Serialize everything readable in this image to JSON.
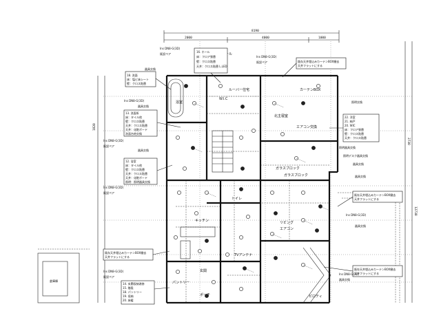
{
  "dimensions": {
    "top_total": "8190",
    "top_left": "2000",
    "top_mid": "4000",
    "top_right": "1000",
    "right_a": "2730",
    "right_b": "12730",
    "left_a": "1820"
  },
  "rooms": {
    "hall": "ホール",
    "wic": "W.I.C",
    "living_room_top": "ルーバー住宅",
    "curtain_box_top": "カーテンBOX",
    "north_bedroom": "北主寝室",
    "aircon": "エアコン交換",
    "living": "リビング",
    "dining_air": "エアコン",
    "toilet": "トイレ",
    "bath": "浴室",
    "kitchen": "キッチン",
    "porch": "ポーチ",
    "entrance": "玄関",
    "pantry": "パントリー",
    "tv": "TVアンテナ",
    "glass_block": "ガラスブロック",
    "glass_block2": "ガラスブロック",
    "balcony": "ピロティ",
    "storage": "倉庫棟"
  },
  "callouts": {
    "c1": {
      "title": "16. ホール",
      "lines": [
        "床：フロア張替",
        "壁：クロス貼替",
        "天井：クロス貼替 L.LED"
      ]
    },
    "c2": {
      "title": "既存天井埋込みカーテンBOX撤去",
      "lines": [
        "天井フラットにする"
      ]
    },
    "c3": {
      "title": "18. 洗面",
      "lines": [
        "床：塩ビ床シート",
        "壁：クロス貼替"
      ]
    },
    "c4": {
      "title": "13. 洗面所",
      "lines": [
        "床：タイル他",
        "壁：クロス貼替",
        "天井：クロス貼替",
        "天井：化粧ボード",
        "洗面台他交換"
      ]
    },
    "c5": {
      "title": "12. 浴室",
      "lines": [
        "床：タイル他",
        "壁：クロス貼替",
        "天井：クロス貼替",
        "天井：化粧ボード",
        "照明：照明器具交換"
      ]
    },
    "c6": {
      "title": "22. 洋室",
      "lines": [
        "21. 納戸",
        "20. WIC",
        "床：フロア張替",
        "壁：クロス貼替",
        "天井：クロス貼替"
      ]
    },
    "c7": {
      "title": "既存天井埋込みカーテンBOX撤去",
      "lines": [
        "天井フラットにする"
      ]
    },
    "c8": {
      "title": "既存天井埋込みカーテンBOX撤去",
      "lines": [
        "天井フラットにする"
      ]
    },
    "c9": {
      "title": "既存天井埋込みカーテンBOX撤去",
      "lines": [
        "天井フラットにする"
      ]
    },
    "c10": {
      "title": "14. 玄関収納改修",
      "lines": [
        "15. 階段",
        "18. パントリー",
        "19. 収納",
        "20. 床暖"
      ]
    }
  },
  "notes": {
    "n1": "既設ペア",
    "n2": "既設ペア",
    "n3": "器具交換",
    "n4": "器具交換",
    "n5": "照明交換",
    "n6": "既設ペア",
    "n7": "器具交換",
    "n8": "既設ペア",
    "n9": "照明器具交換",
    "n10": "器具交換",
    "n11": "照明デスク器具交換",
    "n12": "器具交換",
    "n13": "器具交換",
    "n14": "既設ペア",
    "n15": "器具交換"
  },
  "pipes": {
    "p1": "Ins DN8-G(3D)",
    "p2": "Ins DN8-G(3D)",
    "p3": "Ins DN8-G(3D)",
    "p4": "Ins DN8-G(3D)",
    "p5": "Ins DN8-G(3D)",
    "p6": "Ins DN8-G(3D)",
    "p7": "Ins DN8-G(3D)",
    "p8": "Ins DN8-G(3D)"
  }
}
